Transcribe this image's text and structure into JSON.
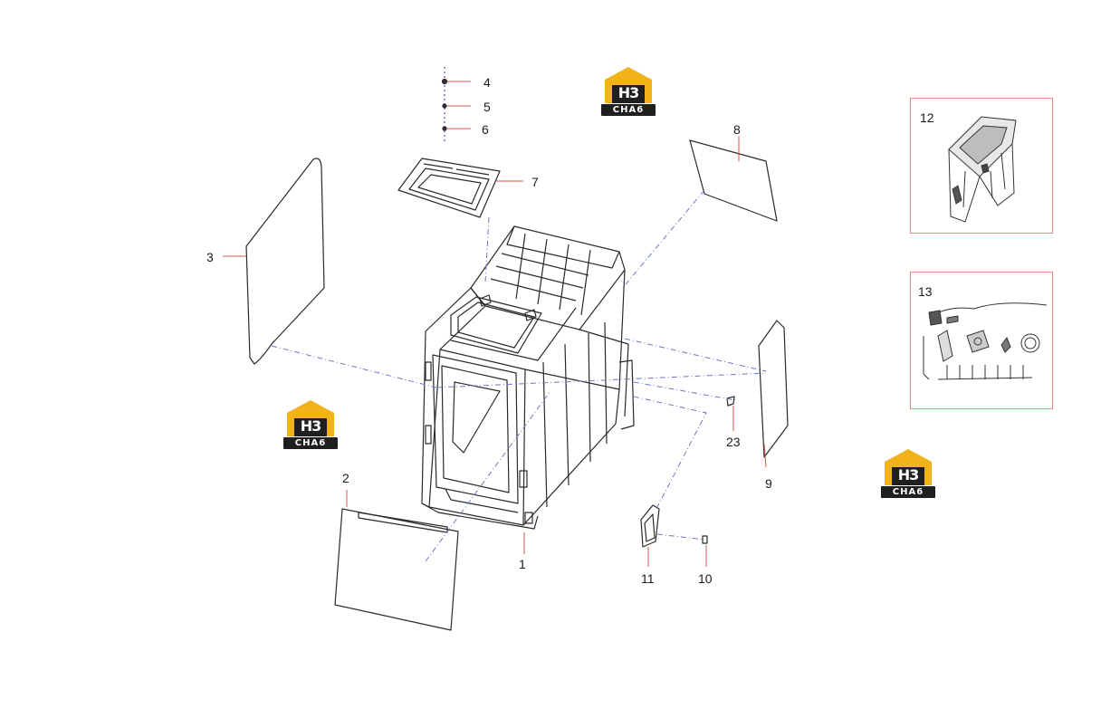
{
  "logo": {
    "line1": "H3",
    "line2": "CHA6"
  },
  "labels": {
    "n1": "1",
    "n2": "2",
    "n3": "3",
    "n4": "4",
    "n5": "5",
    "n6": "6",
    "n7": "7",
    "n8": "8",
    "n9": "9",
    "n10": "10",
    "n11": "11",
    "n12": "12",
    "n13": "13",
    "n23": "23"
  },
  "colors": {
    "logo_gold": "#f2b21c",
    "logo_dark": "#1f1f1f",
    "inset_border": "#e0888a",
    "leader_red": "#d9534f",
    "dash_blue": "#6b78c7"
  }
}
